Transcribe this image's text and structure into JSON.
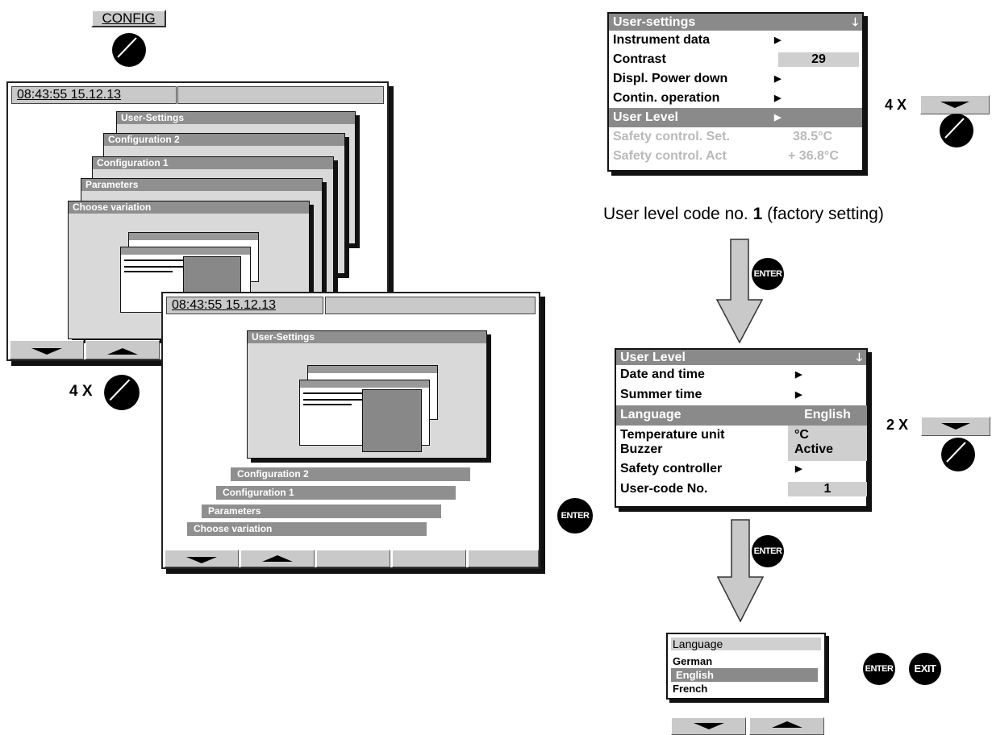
{
  "config_key": {
    "label": "CONFIG"
  },
  "screen1": {
    "time": "08:43:55  15.12.13",
    "windows": [
      "User-Settings",
      "Configuration 2",
      "Configuration 1",
      "Parameters",
      "Choose variation"
    ]
  },
  "screen2": {
    "time": "08:43:55  15.12.13",
    "window_title": "User-Settings",
    "bars": [
      "Configuration 2",
      "Configuration 1",
      "Parameters",
      "Choose variation"
    ]
  },
  "left_repeat": "4 X",
  "user_settings_menu": {
    "title": "User-settings",
    "rows": [
      {
        "label": "Instrument data"
      },
      {
        "label": "Contrast",
        "value": "29"
      },
      {
        "label": "Displ. Power down"
      },
      {
        "label": "Contin. operation"
      },
      {
        "label": "User Level"
      },
      {
        "label": "Safety control. Set.",
        "value": "38.5°C"
      },
      {
        "label": "Safety control. Act",
        "value": "+ 36.8°C"
      }
    ],
    "repeat": "4 X"
  },
  "caption": {
    "prefix": "User level code no. ",
    "code": "1",
    "suffix": " (factory setting)"
  },
  "user_level_menu": {
    "title": "User Level",
    "rows": [
      {
        "label": "Date and time"
      },
      {
        "label": "Summer time"
      },
      {
        "label": "Language",
        "value": "English"
      },
      {
        "label": "Temperature unit",
        "value": "°C"
      },
      {
        "label": "Buzzer",
        "value": "Active"
      },
      {
        "label": "Safety controller"
      },
      {
        "label": "User-code No.",
        "value": "1"
      }
    ],
    "repeat": "2 X"
  },
  "language_list": {
    "title": "Language",
    "items": [
      "German",
      "English",
      "French"
    ]
  },
  "buttons": {
    "enter": "ENTER",
    "exit": "EXIT"
  }
}
